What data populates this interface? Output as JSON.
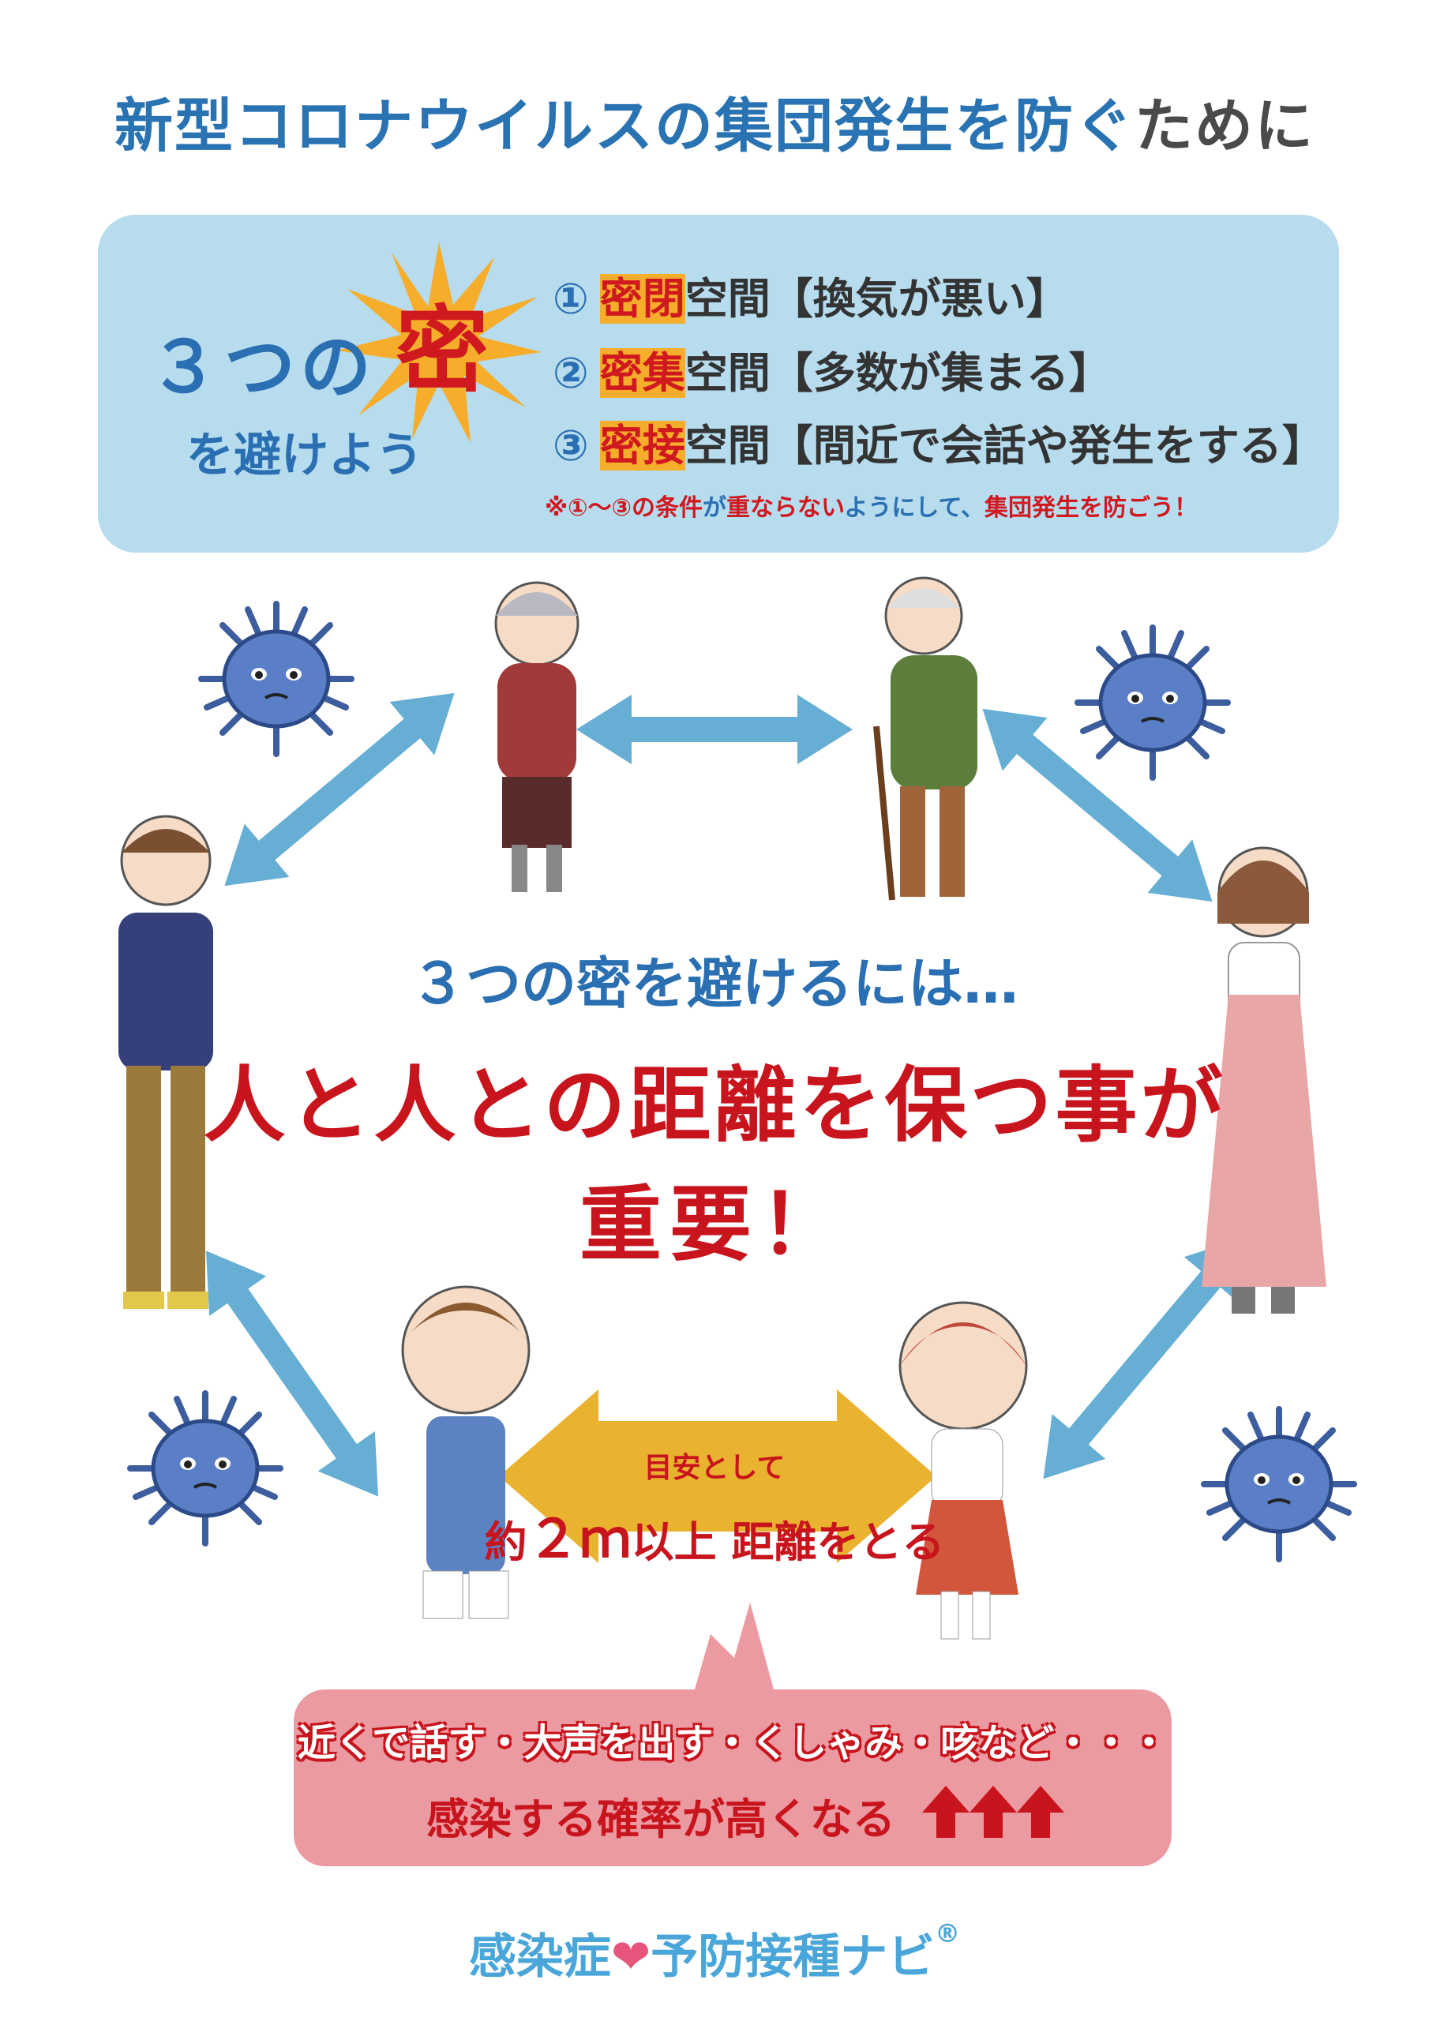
{
  "header": {
    "title_blue": "新型コロナウイルスの集団発生を防ぐ",
    "title_dark": "ために"
  },
  "mitsu": {
    "line1": "３つの",
    "kanji": "密",
    "line2": "を避けよう",
    "items": [
      {
        "num": "①",
        "hl1": "密",
        "c1": "閉",
        "plain": "空",
        "end": "間",
        "desc": "【換気が悪い】"
      },
      {
        "num": "②",
        "hl1": "密",
        "c1": "集",
        "plain": "空",
        "end": "間",
        "desc": "【多数が集まる】"
      },
      {
        "num": "③",
        "hl1": "密",
        "c1": "接",
        "plain": "空",
        "end": "間",
        "desc": "【間近で会話や発生をする】"
      }
    ],
    "note_a": "※①〜③の条件",
    "note_b": "が",
    "note_c": "重ならない",
    "note_d": "ようにして、",
    "note_e": "集団発生を防ごう！"
  },
  "middle": {
    "sub": "３つの密を避けるには…",
    "main1": "人と人との距離を保つ事が",
    "main2": "重要！"
  },
  "distance": {
    "small": "目安として",
    "pre": "約",
    "num": "２ｍ",
    "post": "以上 距離をとる"
  },
  "warning": {
    "line1": "近くで話す・大声を出す・くしゃみ・咳など・・・",
    "line2": "感染する確率が高くなる"
  },
  "brand": {
    "part1": "感染症",
    "heart": "❤",
    "part2": "予防接種ナビ",
    "reg": "®"
  },
  "colors": {
    "blue_title": "#2a73b2",
    "box_blue": "#b6dcee",
    "red": "#c8141c",
    "orange": "#f6ad2b",
    "arrow_blue": "#66aed4",
    "arrow_gold": "#e9b22f",
    "pink_box": "#ec9aa2"
  },
  "icons": [
    "virus-icon",
    "person-icon",
    "double-arrow-icon",
    "up-arrow-icon",
    "heart-icon"
  ]
}
